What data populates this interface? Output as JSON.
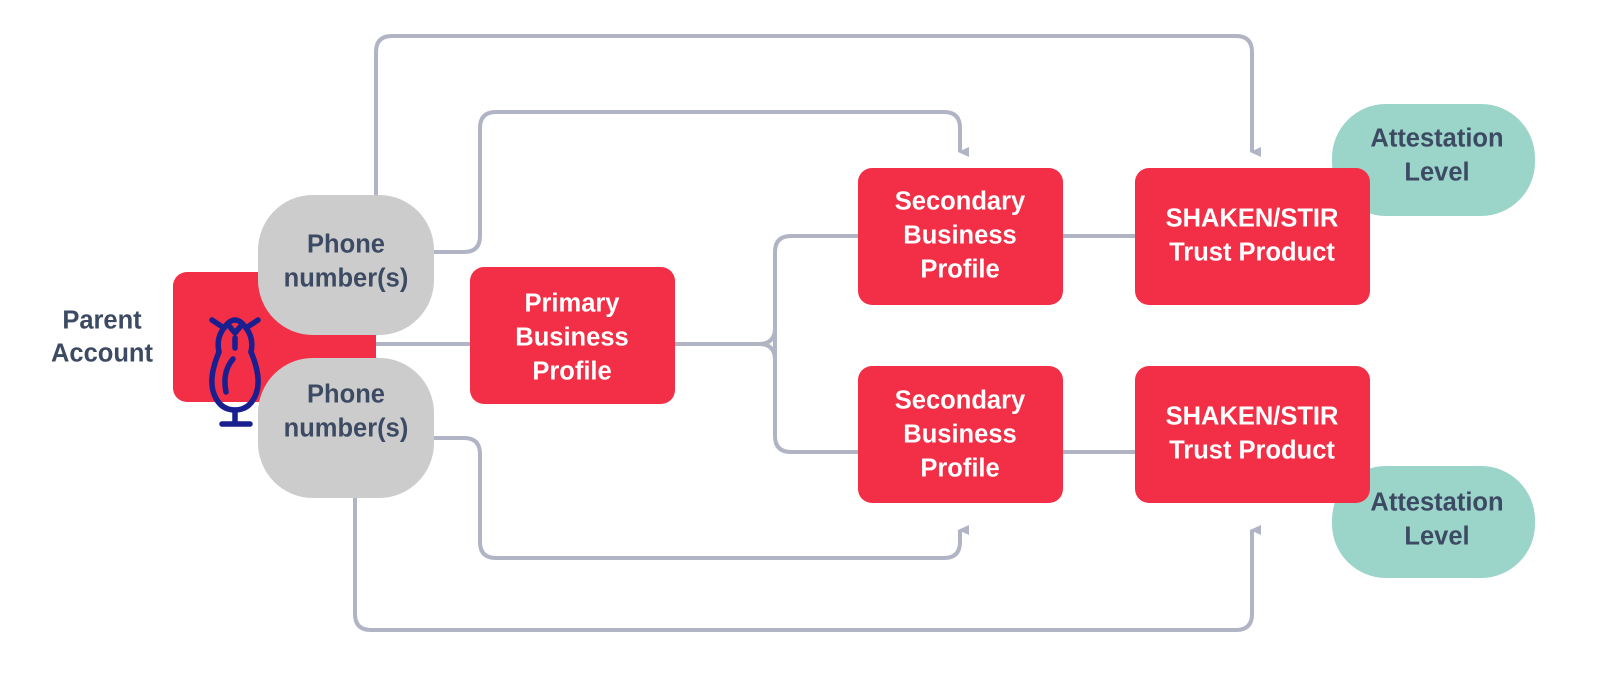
{
  "diagram": {
    "title": "Parent Account Business Profile and SHAKEN/STIR Trust Product hierarchy",
    "colors": {
      "red": "#F22F46",
      "gray": "#CCCCCC",
      "teal": "#9BD4C8",
      "connector": "#B0B4C4",
      "text_dark": "#3C4B63",
      "text_light": "#FFFFFF",
      "owl": "#1A1F8F",
      "background": "#FFFFFF"
    },
    "labels": {
      "parent_account_line1": "Parent",
      "parent_account_line2": "Account",
      "phone_numbers_top_line1": "Phone",
      "phone_numbers_top_line2": "number(s)",
      "phone_numbers_bottom_line1": "Phone",
      "phone_numbers_bottom_line2": "number(s)",
      "primary_profile_line1": "Primary",
      "primary_profile_line2": "Business",
      "primary_profile_line3": "Profile",
      "secondary_profile_top_line1": "Secondary",
      "secondary_profile_top_line2": "Business",
      "secondary_profile_top_line3": "Profile",
      "secondary_profile_bottom_line1": "Secondary",
      "secondary_profile_bottom_line2": "Business",
      "secondary_profile_bottom_line3": "Profile",
      "trust_product_top_line1": "SHAKEN/STIR",
      "trust_product_top_line2": "Trust Product",
      "trust_product_bottom_line1": "SHAKEN/STIR",
      "trust_product_bottom_line2": "Trust Product",
      "attestation_top_line1": "Attestation",
      "attestation_top_line2": "Level",
      "attestation_bottom_line1": "Attestation",
      "attestation_bottom_line2": "Level"
    },
    "icons": {
      "owl": "owl-icon"
    }
  }
}
